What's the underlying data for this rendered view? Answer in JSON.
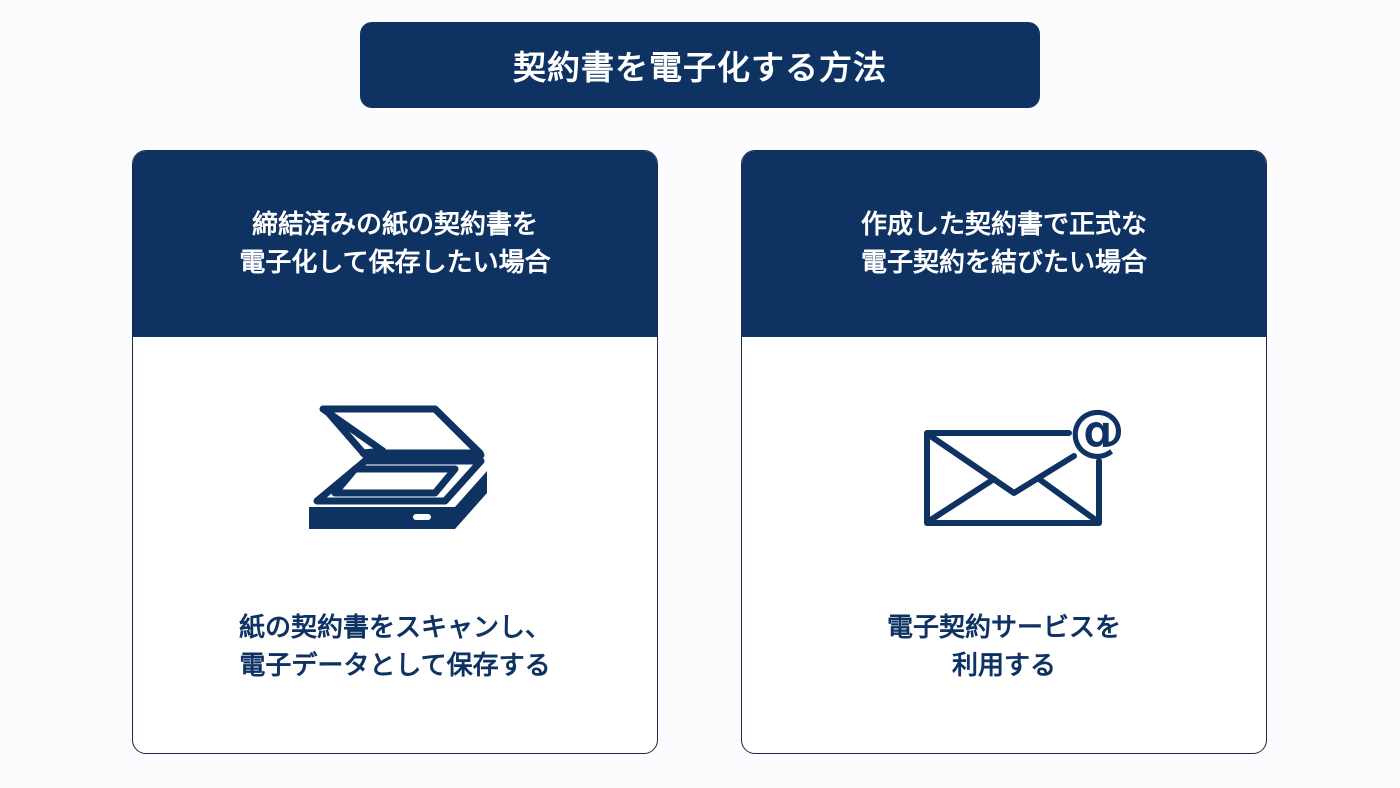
{
  "title": "契約書を電子化する方法",
  "cards": [
    {
      "header": [
        "締結済みの紙の契約書を",
        "電子化して保存したい場合"
      ],
      "icon": "scanner-icon",
      "body": [
        "紙の契約書をスキャンし、",
        "電子データとして保存する"
      ]
    },
    {
      "header": [
        "作成した契約書で正式な",
        "電子契約を結びたい場合"
      ],
      "icon": "email-at-icon",
      "body": [
        "電子契約サービスを",
        "利用する"
      ]
    }
  ],
  "colors": {
    "navy": "#0e3363",
    "background": "#fcfcfe"
  }
}
